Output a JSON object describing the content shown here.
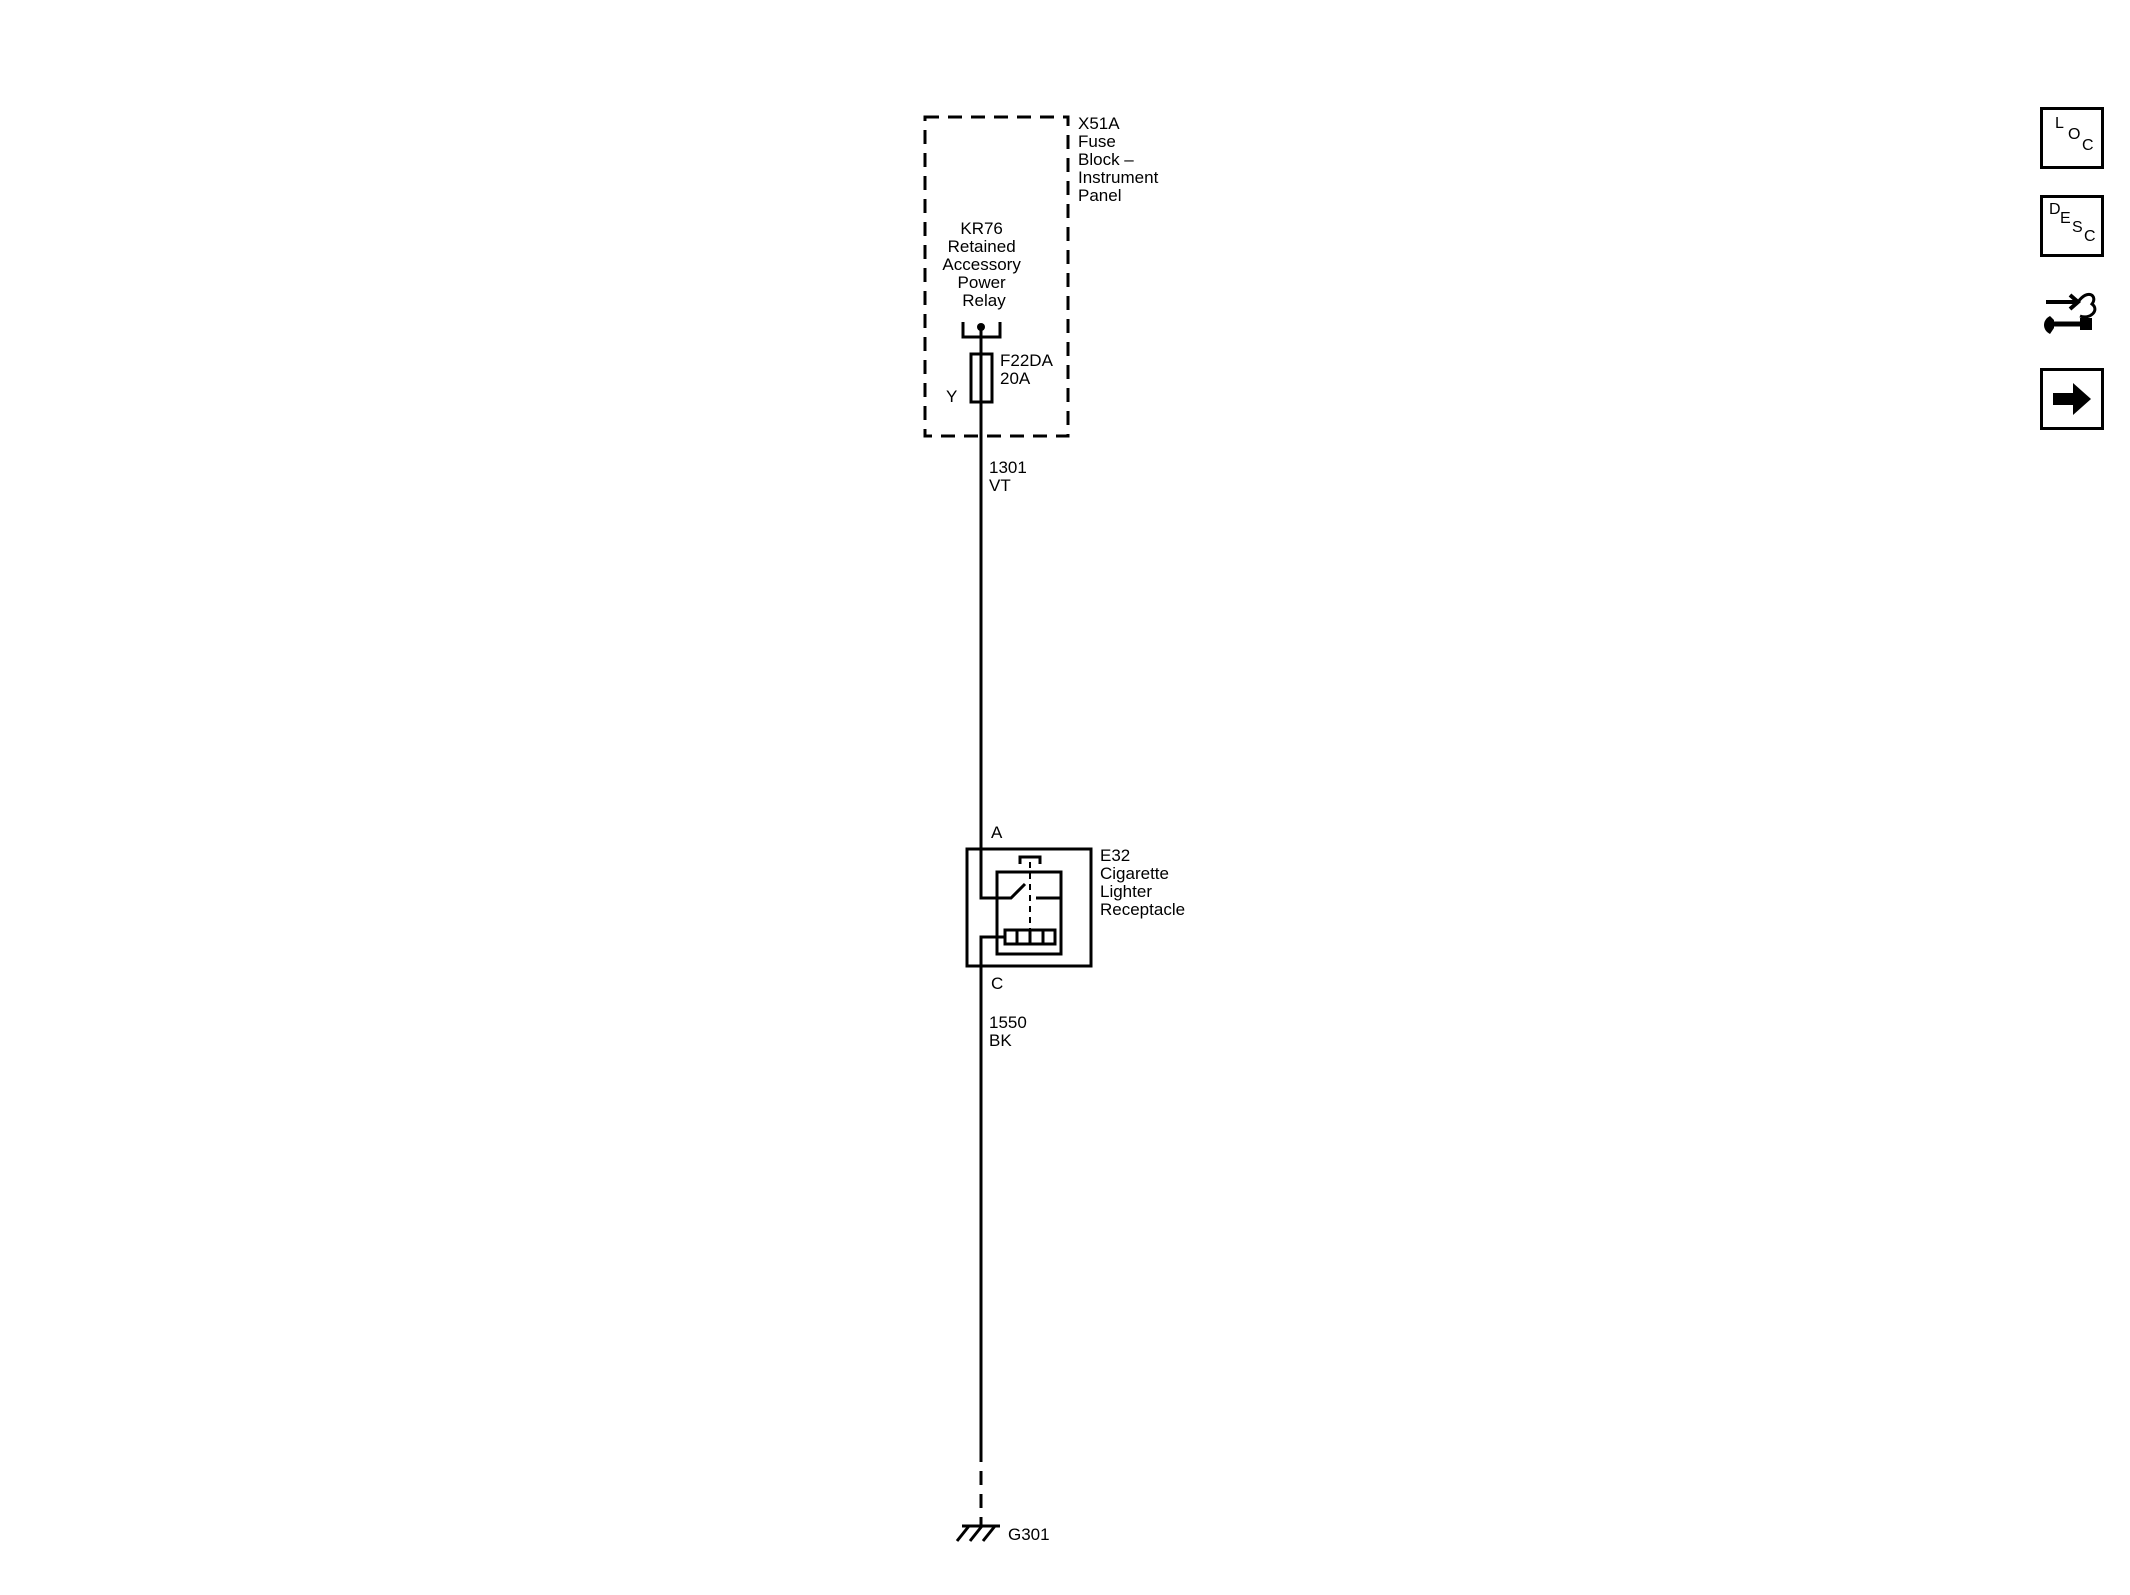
{
  "fuse_block": {
    "id": "X51A",
    "name_lines": [
      "Fuse",
      "Block –",
      "Instrument",
      "Panel"
    ]
  },
  "relay": {
    "id": "KR76",
    "name_lines": [
      "Retained",
      "Accessory",
      "Power",
      "Relay"
    ]
  },
  "fuse": {
    "id": "F22DA",
    "rating": "20A",
    "terminal": "Y"
  },
  "wire_top": {
    "circuit": "1301",
    "color": "VT"
  },
  "receptacle": {
    "id": "E32",
    "name_lines": [
      "Cigarette",
      "Lighter",
      "Receptacle"
    ],
    "pin_in": "A",
    "pin_out": "C"
  },
  "wire_bottom": {
    "circuit": "1550",
    "color": "BK"
  },
  "ground": {
    "id": "G301"
  },
  "side_buttons": {
    "loc": [
      "L",
      "O",
      "C"
    ],
    "desc": [
      "D",
      "E",
      "S",
      "C"
    ]
  }
}
